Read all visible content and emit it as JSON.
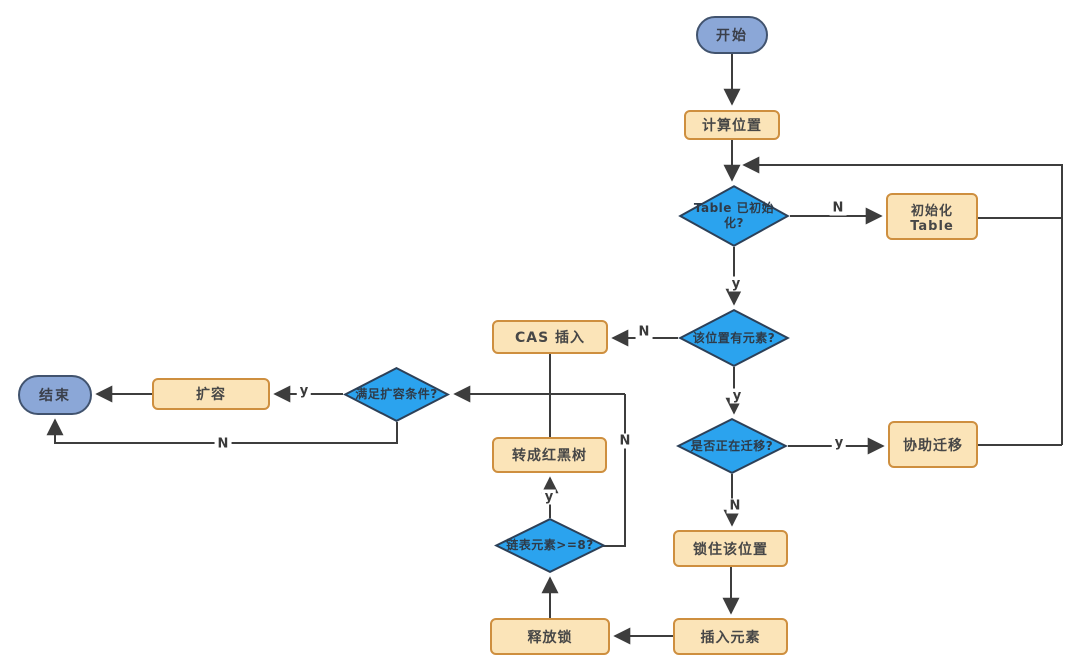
{
  "diagram_type": "flowchart",
  "nodes": {
    "start": {
      "label": "开始",
      "shape": "terminal"
    },
    "calc_position": {
      "label": "计算位置",
      "shape": "process"
    },
    "table_initialized": {
      "label": "Table 已初始化?",
      "shape": "decision"
    },
    "init_table": {
      "label": "初始化 Table",
      "shape": "process"
    },
    "position_has_element": {
      "label": "该位置有元素?",
      "shape": "decision"
    },
    "cas_insert": {
      "label": "CAS 插入",
      "shape": "process"
    },
    "is_migrating": {
      "label": "是否正在迁移?",
      "shape": "decision"
    },
    "assist_migration": {
      "label": "协助迁移",
      "shape": "process"
    },
    "lock_position": {
      "label": "锁住该位置",
      "shape": "process"
    },
    "insert_element": {
      "label": "插入元素",
      "shape": "process"
    },
    "release_lock": {
      "label": "释放锁",
      "shape": "process"
    },
    "list_len_ge_8": {
      "label": "链表元素>=8?",
      "shape": "decision"
    },
    "to_red_black_tree": {
      "label": "转成红黑树",
      "shape": "process"
    },
    "expand_condition": {
      "label": "满足扩容条件?",
      "shape": "decision"
    },
    "expand": {
      "label": "扩容",
      "shape": "process"
    },
    "end": {
      "label": "结束",
      "shape": "terminal"
    }
  },
  "edge_labels": {
    "table_initialized_no": "N",
    "table_initialized_yes": "y",
    "position_has_element_no": "N",
    "position_has_element_yes": "y",
    "is_migrating_yes": "y",
    "is_migrating_no": "N",
    "list_len_ge_8_yes": "y",
    "list_len_ge_8_no": "N",
    "expand_condition_yes": "y",
    "expand_condition_no": "N"
  },
  "colors": {
    "process_fill": "#FBE4B8",
    "process_border": "#CE8F3F",
    "decision_fill": "#2BA3EE",
    "decision_border": "#2C4058",
    "terminal_fill": "#8BA7D7",
    "terminal_border": "#41536E",
    "line": "#3D3D3D",
    "text": "#474747",
    "background": "#FFFFFF"
  }
}
